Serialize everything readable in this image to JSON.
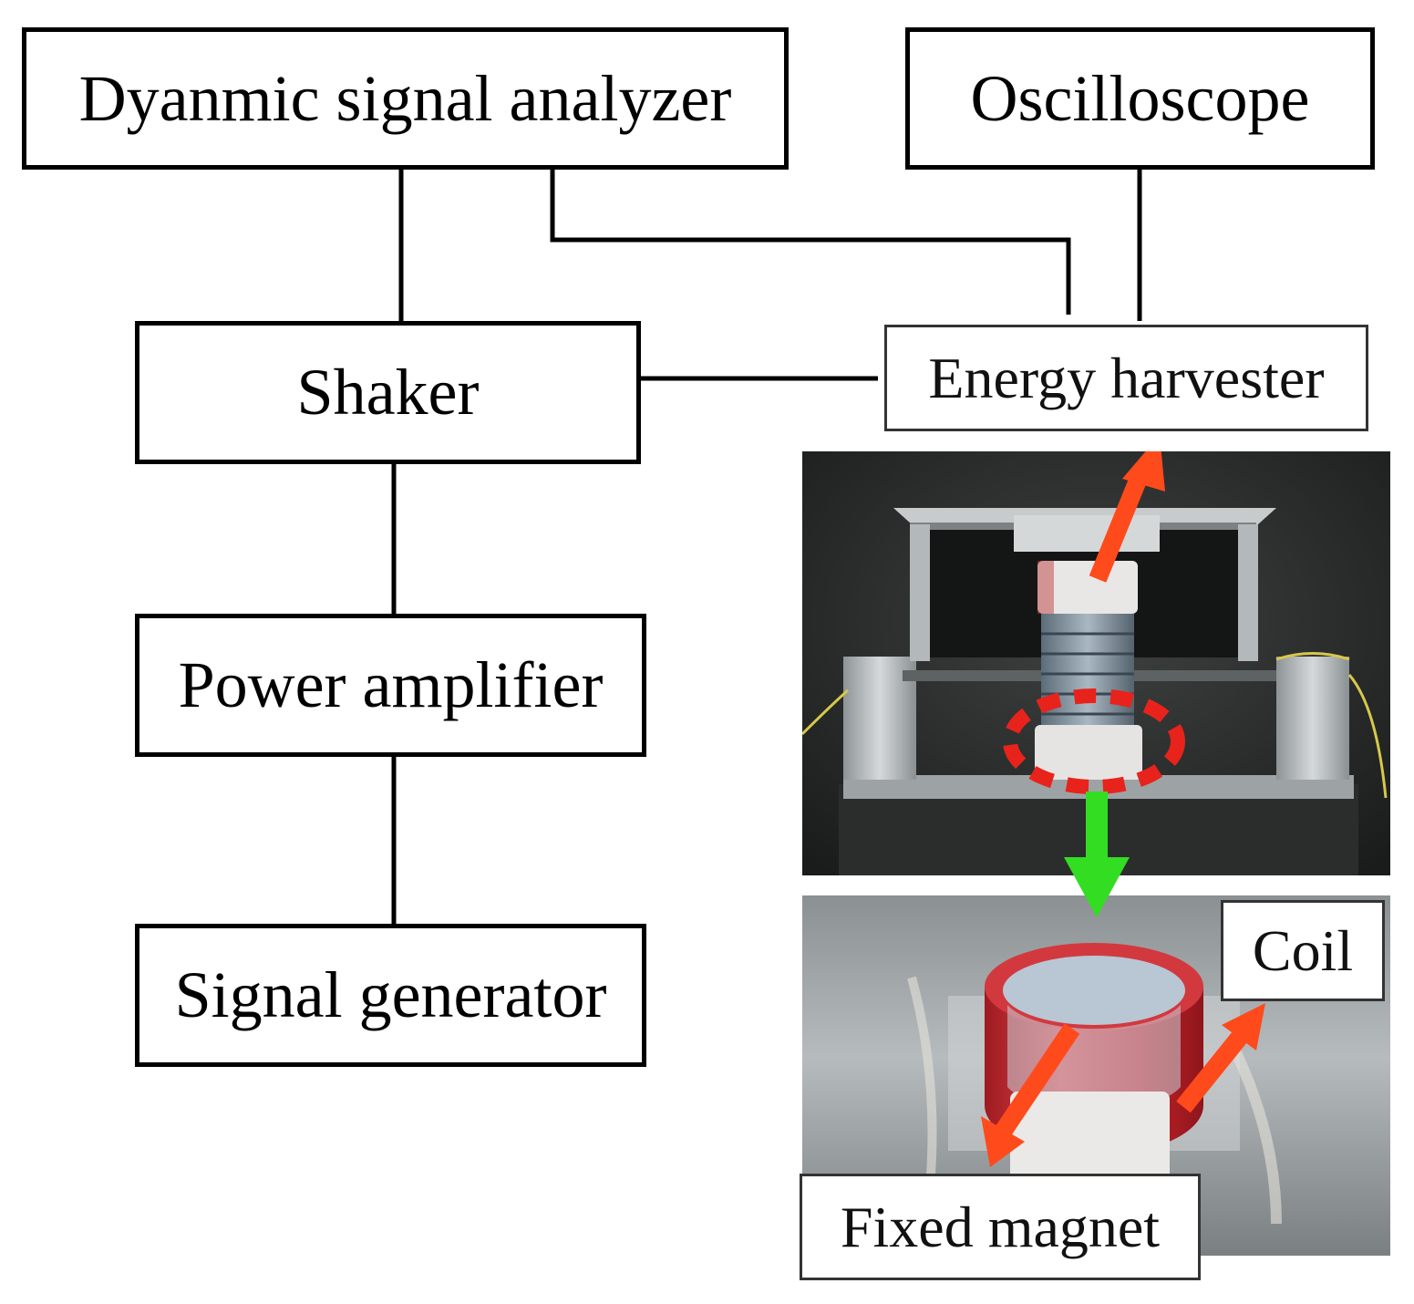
{
  "blocks": {
    "dynamic_signal_analyzer": "Dyanmic signal analyzer",
    "oscilloscope": "Oscilloscope",
    "shaker": "Shaker",
    "energy_harvester": "Energy harvester",
    "power_amplifier": "Power amplifier",
    "signal_generator": "Signal generator"
  },
  "photo_labels": {
    "coil": "Coil",
    "fixed_magnet": "Fixed magnet"
  },
  "colors": {
    "line": "#000000",
    "motion_arrow": "#ff4a1c",
    "dashed_highlight": "#e8231c",
    "link_arrow": "#33dd22",
    "coil_copper": "#c8232a"
  }
}
